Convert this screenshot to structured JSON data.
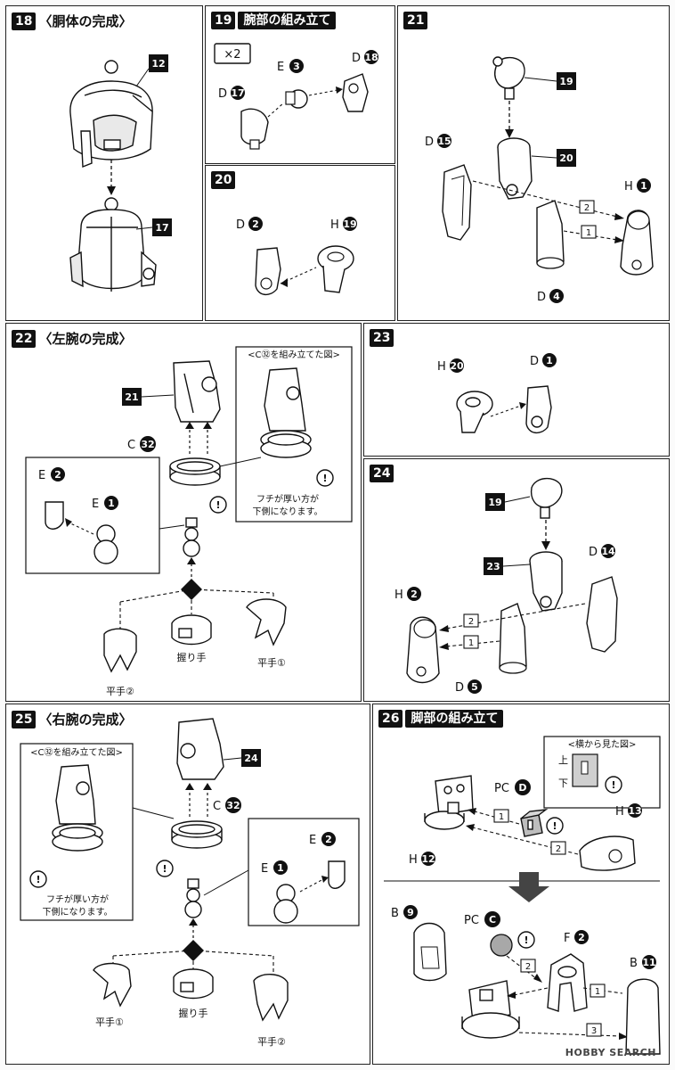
{
  "steps": {
    "s18": {
      "num": "18",
      "title": "〈胴体の完成〉",
      "parts": {
        "a": "12",
        "b": "17"
      }
    },
    "s19": {
      "num": "19",
      "title": "腕部の組み立て",
      "times": "×2",
      "labels": {
        "d17": "D",
        "e3": "E",
        "d18": "D"
      },
      "badges": {
        "d17": "17",
        "e3": "3",
        "d18": "18"
      }
    },
    "s20": {
      "num": "20",
      "labels": {
        "d2": "D",
        "h19": "H"
      },
      "badges": {
        "d2": "2",
        "h19": "19"
      }
    },
    "s21": {
      "num": "21",
      "parts": {
        "p19": "19",
        "p20": "20"
      },
      "labels": {
        "d15": "D",
        "h1": "H",
        "d4": "D"
      },
      "badges": {
        "d15": "15",
        "h1": "1",
        "d4": "4"
      },
      "order": {
        "o1": "1",
        "o2": "2"
      }
    },
    "s22": {
      "num": "22",
      "title": "〈左腕の完成〉",
      "part": "21",
      "labels": {
        "c32": "C",
        "e2": "E",
        "e1": "E"
      },
      "badges": {
        "c32": "32",
        "e2": "2",
        "e1": "1"
      },
      "inset_title": "<C㉜を組み立てた図>",
      "note1": "フチが厚い方が",
      "note2": "下側になります。",
      "hands": {
        "h1": "平手②",
        "h2": "握り手",
        "h3": "平手①"
      }
    },
    "s23": {
      "num": "23",
      "labels": {
        "h20": "H",
        "d1": "D"
      },
      "badges": {
        "h20": "20",
        "d1": "1"
      }
    },
    "s24": {
      "num": "24",
      "parts": {
        "p19": "19",
        "p23": "23"
      },
      "labels": {
        "d14": "D",
        "h2": "H",
        "d5": "D"
      },
      "badges": {
        "d14": "14",
        "h2": "2",
        "d5": "5"
      },
      "order": {
        "o1": "1",
        "o2": "2"
      }
    },
    "s25": {
      "num": "25",
      "title": "〈右腕の完成〉",
      "part": "24",
      "labels": {
        "c32": "C",
        "e2": "E",
        "e1": "E"
      },
      "badges": {
        "c32": "32",
        "e2": "2",
        "e1": "1"
      },
      "inset_title": "<C㉜を組み立てた図>",
      "note1": "フチが厚い方が",
      "note2": "下側になります。",
      "hands": {
        "h1": "平手①",
        "h2": "握り手",
        "h3": "平手②"
      }
    },
    "s26": {
      "num": "26",
      "title": "脚部の組み立て",
      "inset_title": "<横から見た図>",
      "up": "上",
      "down": "下",
      "labels": {
        "pcd": "PC",
        "h13": "H",
        "h12": "H",
        "b9": "B",
        "pcc": "PC",
        "f2": "F",
        "b11": "B"
      },
      "badges": {
        "pcd": "D",
        "h13": "13",
        "h12": "12",
        "b9": "9",
        "pcc": "C",
        "f2": "2",
        "b11": "11"
      },
      "order": {
        "o1": "1",
        "o2": "2",
        "o1b": "1",
        "o2b": "2",
        "o3b": "3"
      }
    }
  },
  "watermark": "HOBBY SEARCH",
  "colors": {
    "ink": "#111111",
    "paper": "#ffffff",
    "gray": "#9a9a9a"
  }
}
